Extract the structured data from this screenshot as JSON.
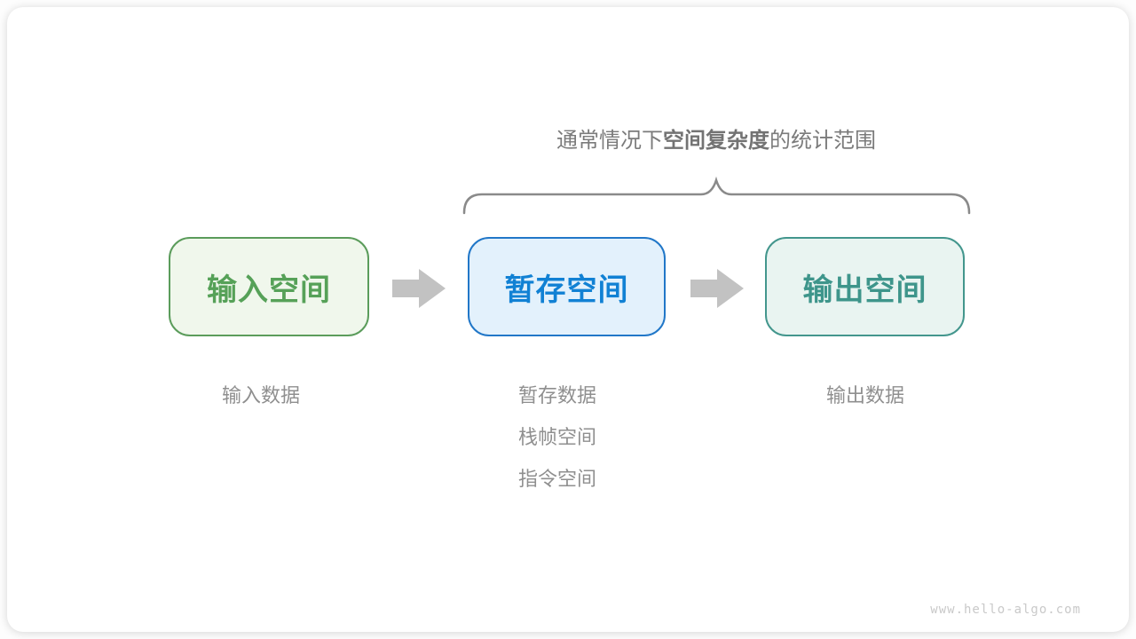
{
  "diagram": {
    "caption": {
      "prefix": "通常情况下",
      "emphasis": "空间复杂度",
      "suffix": "的统计范围"
    },
    "brace_color": "#8a8a8a",
    "arrow_color": "#c2c2c2",
    "nodes": [
      {
        "id": "input-space",
        "label": "输入空间",
        "border_color": "#5b9c5b",
        "fill_color": "#f0f7ec",
        "text_color": "#56a158",
        "note_lines": [
          "输入数据"
        ]
      },
      {
        "id": "temp-space",
        "label": "暂存空间",
        "border_color": "#2177c8",
        "fill_color": "#e3f1fc",
        "text_color": "#1181d4",
        "note_lines": [
          "暂存数据",
          "栈帧空间",
          "指令空间"
        ]
      },
      {
        "id": "output-space",
        "label": "输出空间",
        "border_color": "#43968d",
        "fill_color": "#e9f4f1",
        "text_color": "#3e958b",
        "note_lines": [
          "输出数据"
        ]
      }
    ],
    "watermark": "www.hello-algo.com"
  }
}
